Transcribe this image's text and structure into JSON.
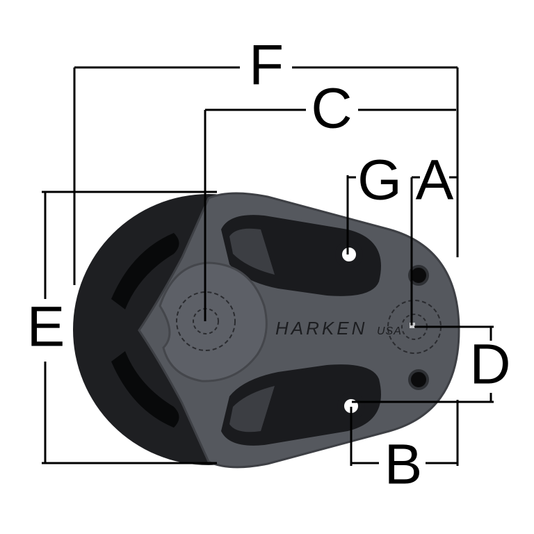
{
  "dimension_labels": {
    "F": "F",
    "C": "C",
    "G": "G",
    "A": "A",
    "E": "E",
    "D": "D",
    "B": "B"
  },
  "product": {
    "brand": "HARKEN",
    "origin": "USA"
  },
  "colors": {
    "sheave": "#1e1f22",
    "side_plate": "#55585e",
    "hub": "#5d6067",
    "line": "#000000"
  }
}
